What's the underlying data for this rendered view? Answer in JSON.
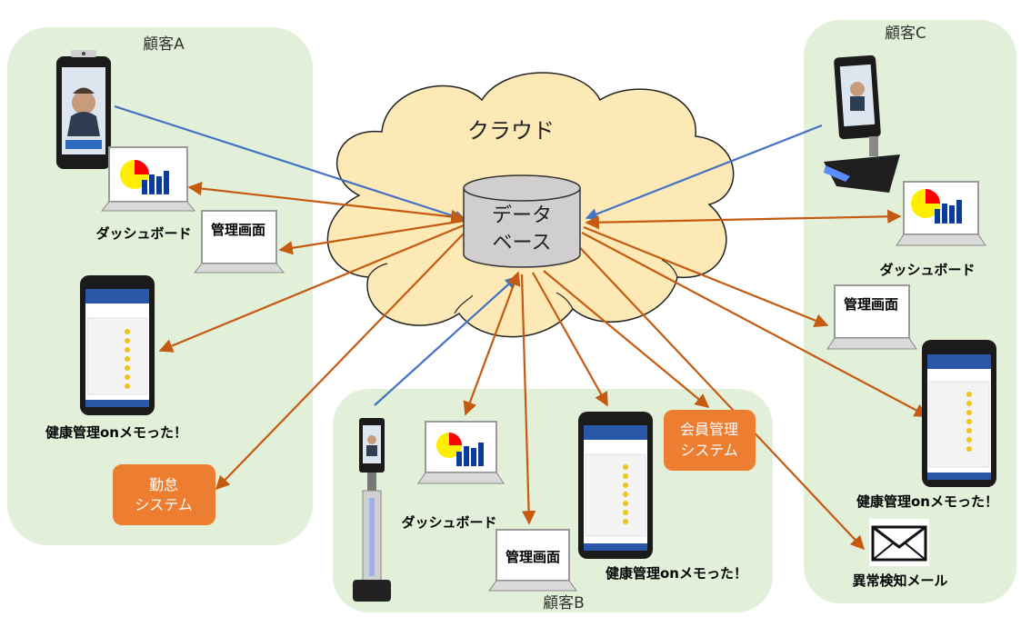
{
  "colors": {
    "group_fill": "#e2efd9",
    "cloud_fill": "#fde9b6",
    "db_fill": "#d0cece",
    "blue_line": "#4472c4",
    "orange_line": "#c55a11",
    "orange_button": "#ed7d31"
  },
  "groups": {
    "a": "顧客A",
    "b": "顧客B",
    "c": "顧客C"
  },
  "cloud_label": "クラウド",
  "database": {
    "line1": "データ",
    "line2": "ベース"
  },
  "customer_a": {
    "dashboard": "ダッシュボード",
    "admin_screen": "管理画面",
    "app": "健康管理onメモった！",
    "attendance_line1": "勤怠",
    "attendance_line2": "システム"
  },
  "customer_b": {
    "dashboard": "ダッシュボード",
    "admin_screen": "管理画面",
    "app": "健康管理onメモった！",
    "member_line1": "会員管理",
    "member_line2": "システム"
  },
  "customer_c": {
    "dashboard": "ダッシュボード",
    "admin_screen": "管理画面",
    "app": "健康管理onメモった！",
    "alert_mail": "異常検知メール"
  }
}
